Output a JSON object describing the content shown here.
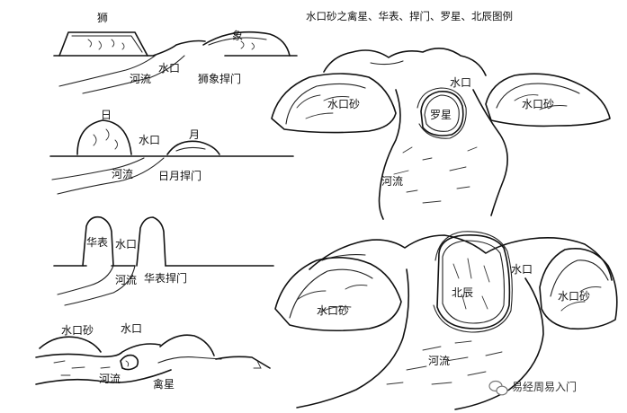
{
  "title": "水口砂之禽星、华表、捍门、罗星、北辰图例",
  "watermark": "易经周易入门",
  "panels": {
    "shixiang": {
      "lion": "狮",
      "elephant": "象",
      "water_mouth": "水口",
      "river": "河流",
      "gate": "狮象捍门"
    },
    "riyue": {
      "sun": "日",
      "moon": "月",
      "water_mouth": "水口",
      "river": "河流",
      "gate": "日月捍门"
    },
    "huabiao": {
      "pillar": "华表",
      "water_mouth": "水口",
      "river": "河流",
      "gate": "华表捍门"
    },
    "qinxing": {
      "sand": "水口砂",
      "water_mouth": "水口",
      "river": "河流",
      "star": "禽星"
    },
    "luoxing": {
      "water_mouth": "水口",
      "sand_left": "水口砂",
      "sand_right": "水口砂",
      "star": "罗星",
      "river": "河流"
    },
    "beichen": {
      "sand_left": "水口砂",
      "sand_right": "水口砂",
      "star": "北辰",
      "water_mouth": "水口",
      "river": "河流"
    }
  }
}
